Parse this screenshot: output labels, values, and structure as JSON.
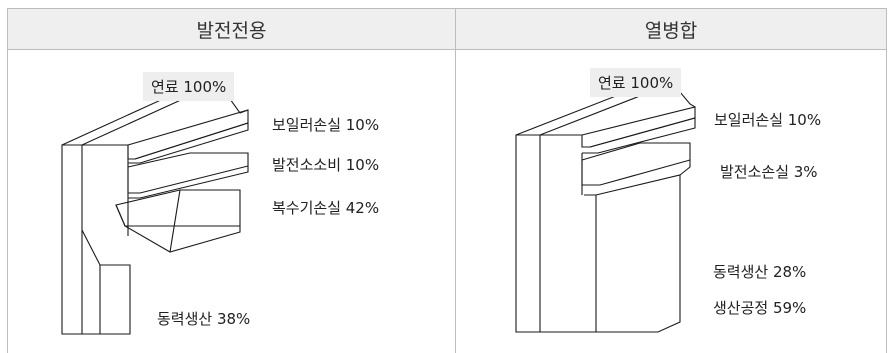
{
  "left_panel": {
    "title": "발전전용",
    "fuel": "연료 100%",
    "losses": [
      "보일러손실 10%",
      "발전소소비 10%",
      "복수기손실 42%"
    ],
    "output": "동력생산 38%"
  },
  "right_panel": {
    "title": "열병합",
    "fuel": "연료 100%",
    "losses": [
      "보일러손실 10%",
      "발전소손실 3%"
    ],
    "outputs": [
      "동력생산 28%",
      "생산공정 59%"
    ]
  }
}
